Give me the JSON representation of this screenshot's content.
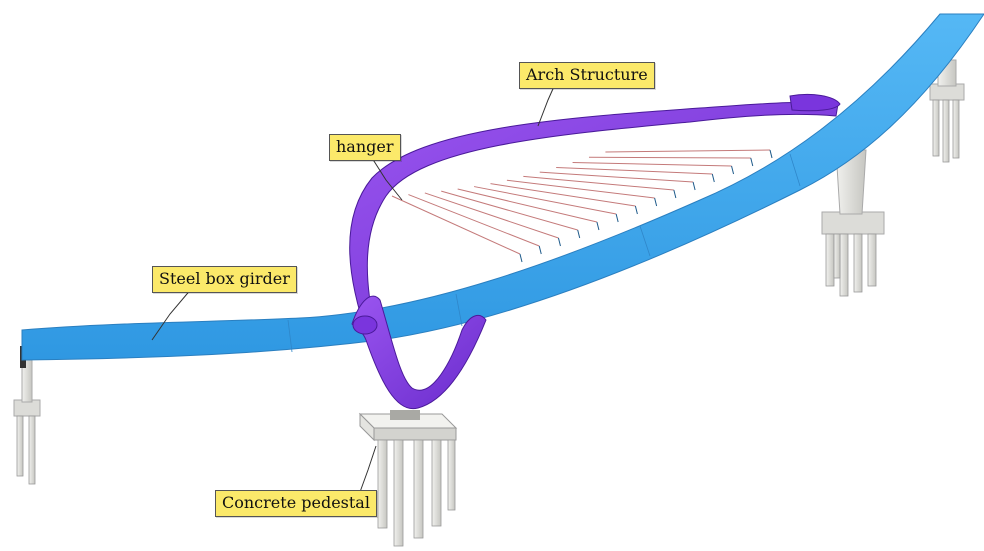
{
  "labels": {
    "arch": "Arch Structure",
    "hanger": "hanger",
    "girder": "Steel box girder",
    "pedestal": "Concrete pedestal"
  },
  "colors": {
    "deck": "#3fa9ef",
    "deck_edge": "#2a7fc0",
    "arch": "#8a3fe6",
    "arch_dark": "#5a22b0",
    "hanger": "#c47a7a",
    "concrete": "#e7e7e3",
    "concrete_shade": "#c9c9c4",
    "callout_fill": "#fbe96a"
  },
  "hanger_count": 14
}
